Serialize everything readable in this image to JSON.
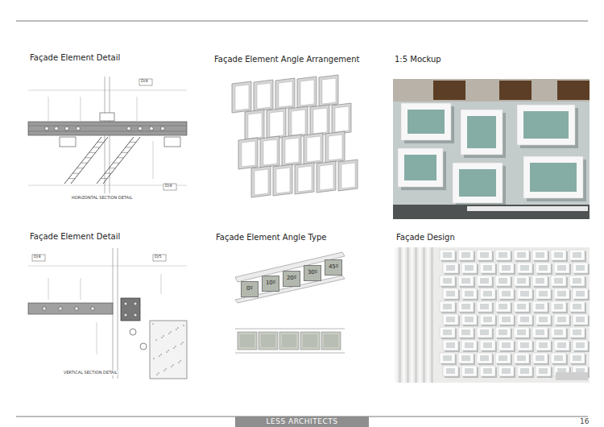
{
  "diagram": {
    "nodes": [
      {
        "text": [
          "LESS ARCHITECTS"
        ]
      },
      {
        "text": [
          "0º"
        ]
      },
      {
        "text": [
          "10º"
        ]
      },
      {
        "text": [
          "20º"
        ]
      },
      {
        "text": [
          "30º"
        ]
      },
      {
        "text": [
          "45º"
        ]
      }
    ],
    "labels": [
      "Façade Element Detail",
      "Façade Element Angle Arrangement",
      "1:5 Mockup",
      "Façade Element Detail",
      "Façade Element Angle Type",
      "Façade Design",
      "16",
      "HORIZONTAL SECTION DETAIL",
      "VERTICAL SECTION DETAIL",
      "D/4",
      "D/4",
      "D/4",
      "D/5"
    ]
  }
}
